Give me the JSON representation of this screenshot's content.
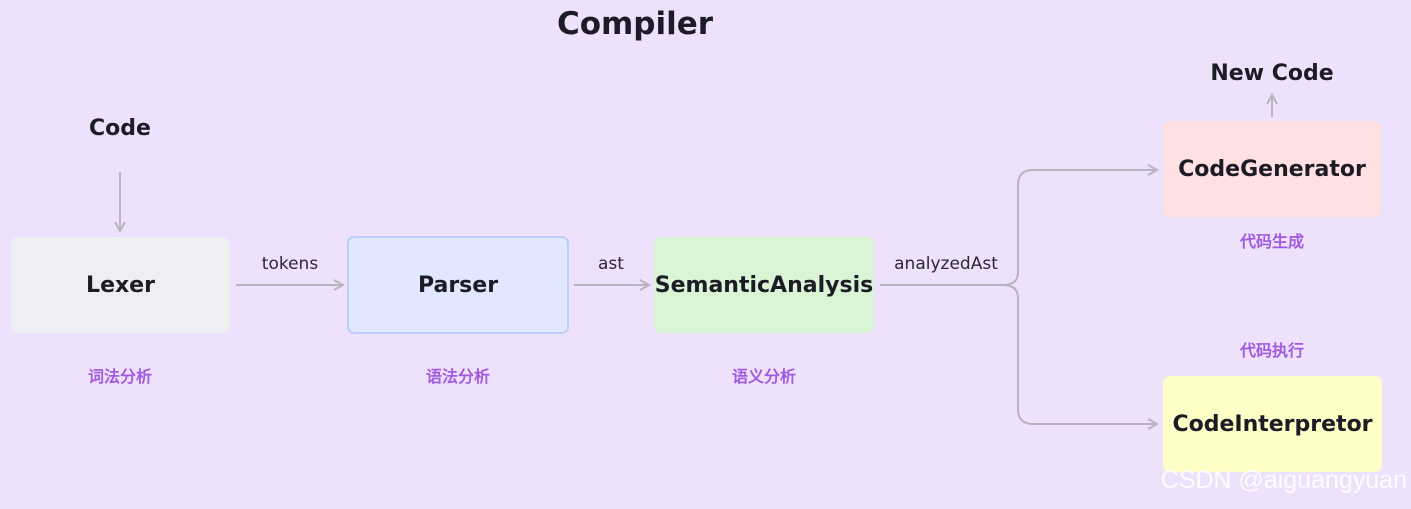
{
  "diagram": {
    "title": "Compiler",
    "input_label": "Code",
    "output_label": "New Code",
    "nodes": {
      "lexer": {
        "label": "Lexer",
        "note": "词法分析",
        "color": "#eeeff2"
      },
      "parser": {
        "label": "Parser",
        "note": "语法分析",
        "color": "#e0e7fe"
      },
      "semantic": {
        "label": "SemanticAnalysis",
        "note": "语义分析",
        "color": "#d9f5d6"
      },
      "generator": {
        "label": "CodeGenerator",
        "note": "代码生成",
        "color": "#ffe0e3"
      },
      "interpreter": {
        "label": "CodeInterpretor",
        "note": "代码执行",
        "color": "#fefec7"
      }
    },
    "edges": {
      "tokens": "tokens",
      "ast": "ast",
      "analyzed": "analyzedAst"
    },
    "colors": {
      "background": "#ede1fc",
      "arrow": "#b9b5c0",
      "note": "#a25be0"
    }
  },
  "watermark": "CSDN @aiguangyuan"
}
